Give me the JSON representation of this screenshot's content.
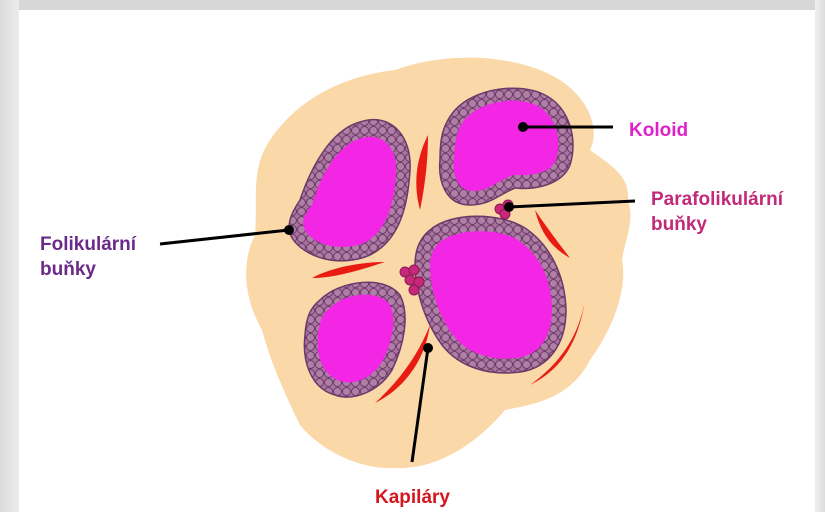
{
  "labels": {
    "koloid": "Koloid",
    "parafolikularni_line1": "Parafolikulární",
    "parafolikularni_line2": "buňky",
    "folikularni_line1": "Folikulární",
    "folikularni_line2": "buňky",
    "kapilary": "Kapiláry"
  },
  "colors": {
    "stroma": "#fbd8a8",
    "colloid": "#f426e6",
    "follicular_cell_fill": "#a8739c",
    "follicular_cell_stroke": "#6a3a68",
    "capillary": "#e81c12",
    "parafollicular_cell": "#c9287a",
    "label_koloid": "#e020c8",
    "label_parafolikularni": "#c02a78",
    "label_folikularni": "#6a2a8a",
    "label_kapilary": "#d4161e",
    "pointer_line": "#000000"
  }
}
